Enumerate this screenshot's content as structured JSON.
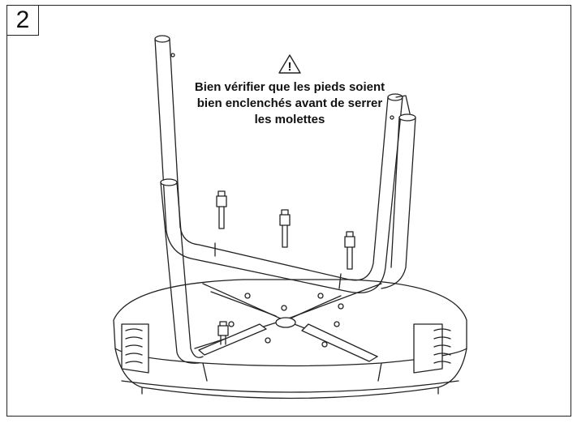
{
  "step": {
    "number": "2"
  },
  "warning": {
    "icon": "warning-triangle-icon",
    "lines": [
      "Bien vérifier que les pieds soient",
      "bien enclenchés avant de serrer",
      "les molettes"
    ]
  },
  "colors": {
    "ink": "#222222",
    "paper": "#ffffff"
  }
}
